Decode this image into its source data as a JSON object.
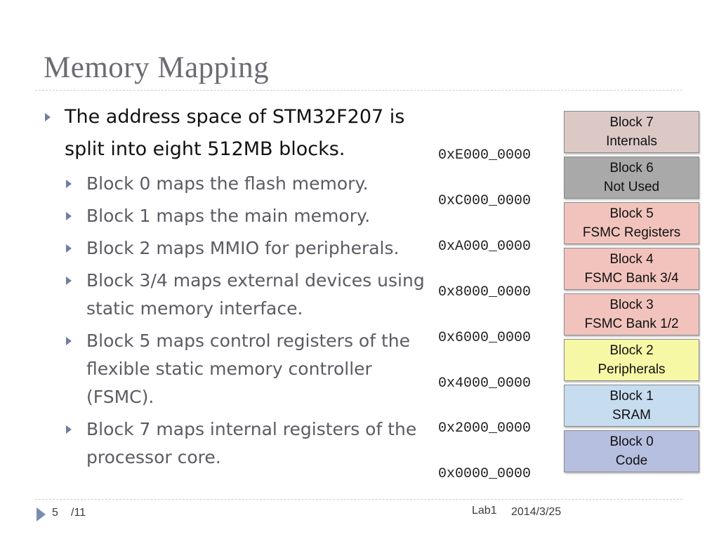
{
  "slide": {
    "title": "Memory Mapping"
  },
  "bullets": [
    {
      "text": "The address space of STM32F207 is split into eight 512MB blocks."
    }
  ],
  "sub_bullets": [
    {
      "text": "Block 0 maps the flash memory."
    },
    {
      "text": "Block 1 maps the main memory."
    },
    {
      "text": "Block 2 maps MMIO for peripherals."
    },
    {
      "text": "Block 3/4 maps external devices using static memory interface."
    },
    {
      "text": "Block 5 maps control registers of the flexible static memory controller (FSMC)."
    },
    {
      "text": "Block 7 maps internal registers of the processor core."
    }
  ],
  "memory_map": {
    "addresses": [
      "0xE000_0000",
      "0xC000_0000",
      "0xA000_0000",
      "0x8000_0000",
      "0x6000_0000",
      "0x4000_0000",
      "0x2000_0000",
      "0x0000_0000"
    ],
    "blocks": [
      {
        "name": "Block 7",
        "label": "Internals",
        "color": "#dcc9c6"
      },
      {
        "name": "Block 6",
        "label": "Not Used",
        "color": "#a9a9a9"
      },
      {
        "name": "Block 5",
        "label": "FSMC Registers",
        "color": "#f2c3bd"
      },
      {
        "name": "Block 4",
        "label": "FSMC Bank 3/4",
        "color": "#f2c3bd"
      },
      {
        "name": "Block 3",
        "label": "FSMC Bank 1/2",
        "color": "#f2c3bd"
      },
      {
        "name": "Block 2",
        "label": "Peripherals",
        "color": "#f6f8a6"
      },
      {
        "name": "Block 1",
        "label": "SRAM",
        "color": "#c6dcef"
      },
      {
        "name": "Block 0",
        "label": "Code",
        "color": "#b7bfe0"
      }
    ]
  },
  "footer": {
    "page": "5",
    "total": "/11",
    "lab": "Lab1",
    "date": "2014/3/25"
  }
}
